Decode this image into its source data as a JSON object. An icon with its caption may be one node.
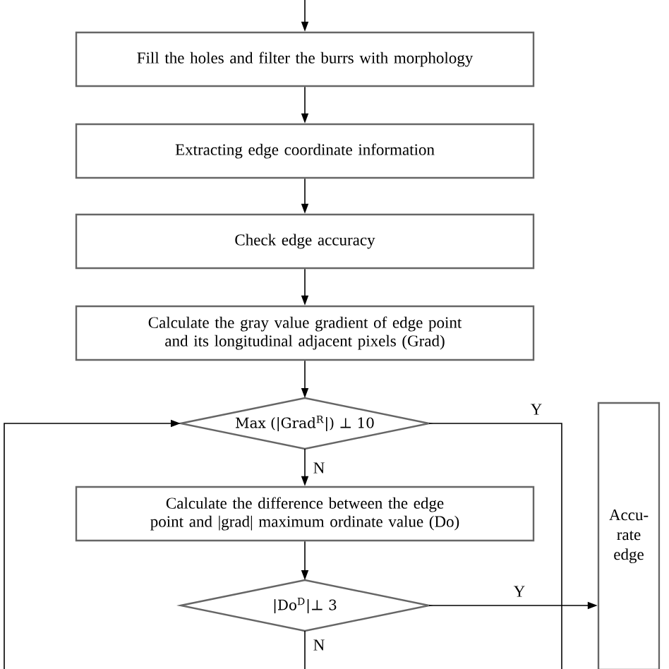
{
  "diagram": {
    "nodes": [
      {
        "text": [
          "Fill the holes and filter the burrs with morphology"
        ]
      },
      {
        "text": [
          "Extracting edge coordinate information"
        ]
      },
      {
        "text": [
          "Check edge accuracy"
        ]
      },
      {
        "text": [
          "Calculate the gray value gradient of edge point and its longitudinal adjacent pixels (Grad)"
        ]
      },
      {
        "text": [
          "Max (|Grad$^{R}$|) ⊥ 10"
        ]
      },
      {
        "text": [
          "Calculate the difference between the edge point and |grad| maximum ordinate value (Do)"
        ]
      },
      {
        "text": [
          "|Do$^{D}$|⊥ 3"
        ]
      },
      {
        "text": [
          "Accu- rate edge"
        ]
      }
    ],
    "edges": [
      {
        "from": null,
        "to": 0,
        "arrow": "to"
      },
      {
        "from": 0,
        "to": 1,
        "arrow": "to"
      },
      {
        "from": 1,
        "to": 2,
        "arrow": "to"
      },
      {
        "from": 2,
        "to": 3,
        "arrow": "to"
      },
      {
        "from": 3,
        "to": 4,
        "arrow": "to"
      },
      {
        "from": 4,
        "to": null,
        "arrow": "none",
        "label": "Y"
      },
      {
        "from": 4,
        "to": 5,
        "arrow": "to",
        "label": "N"
      },
      {
        "from": null,
        "to": 4,
        "arrow": "to"
      },
      {
        "from": 5,
        "to": 6,
        "arrow": "to"
      },
      {
        "from": 6,
        "to": 7,
        "arrow": "to",
        "label": "Y"
      },
      {
        "from": 6,
        "to": null,
        "arrow": "none",
        "label": "N"
      }
    ]
  }
}
